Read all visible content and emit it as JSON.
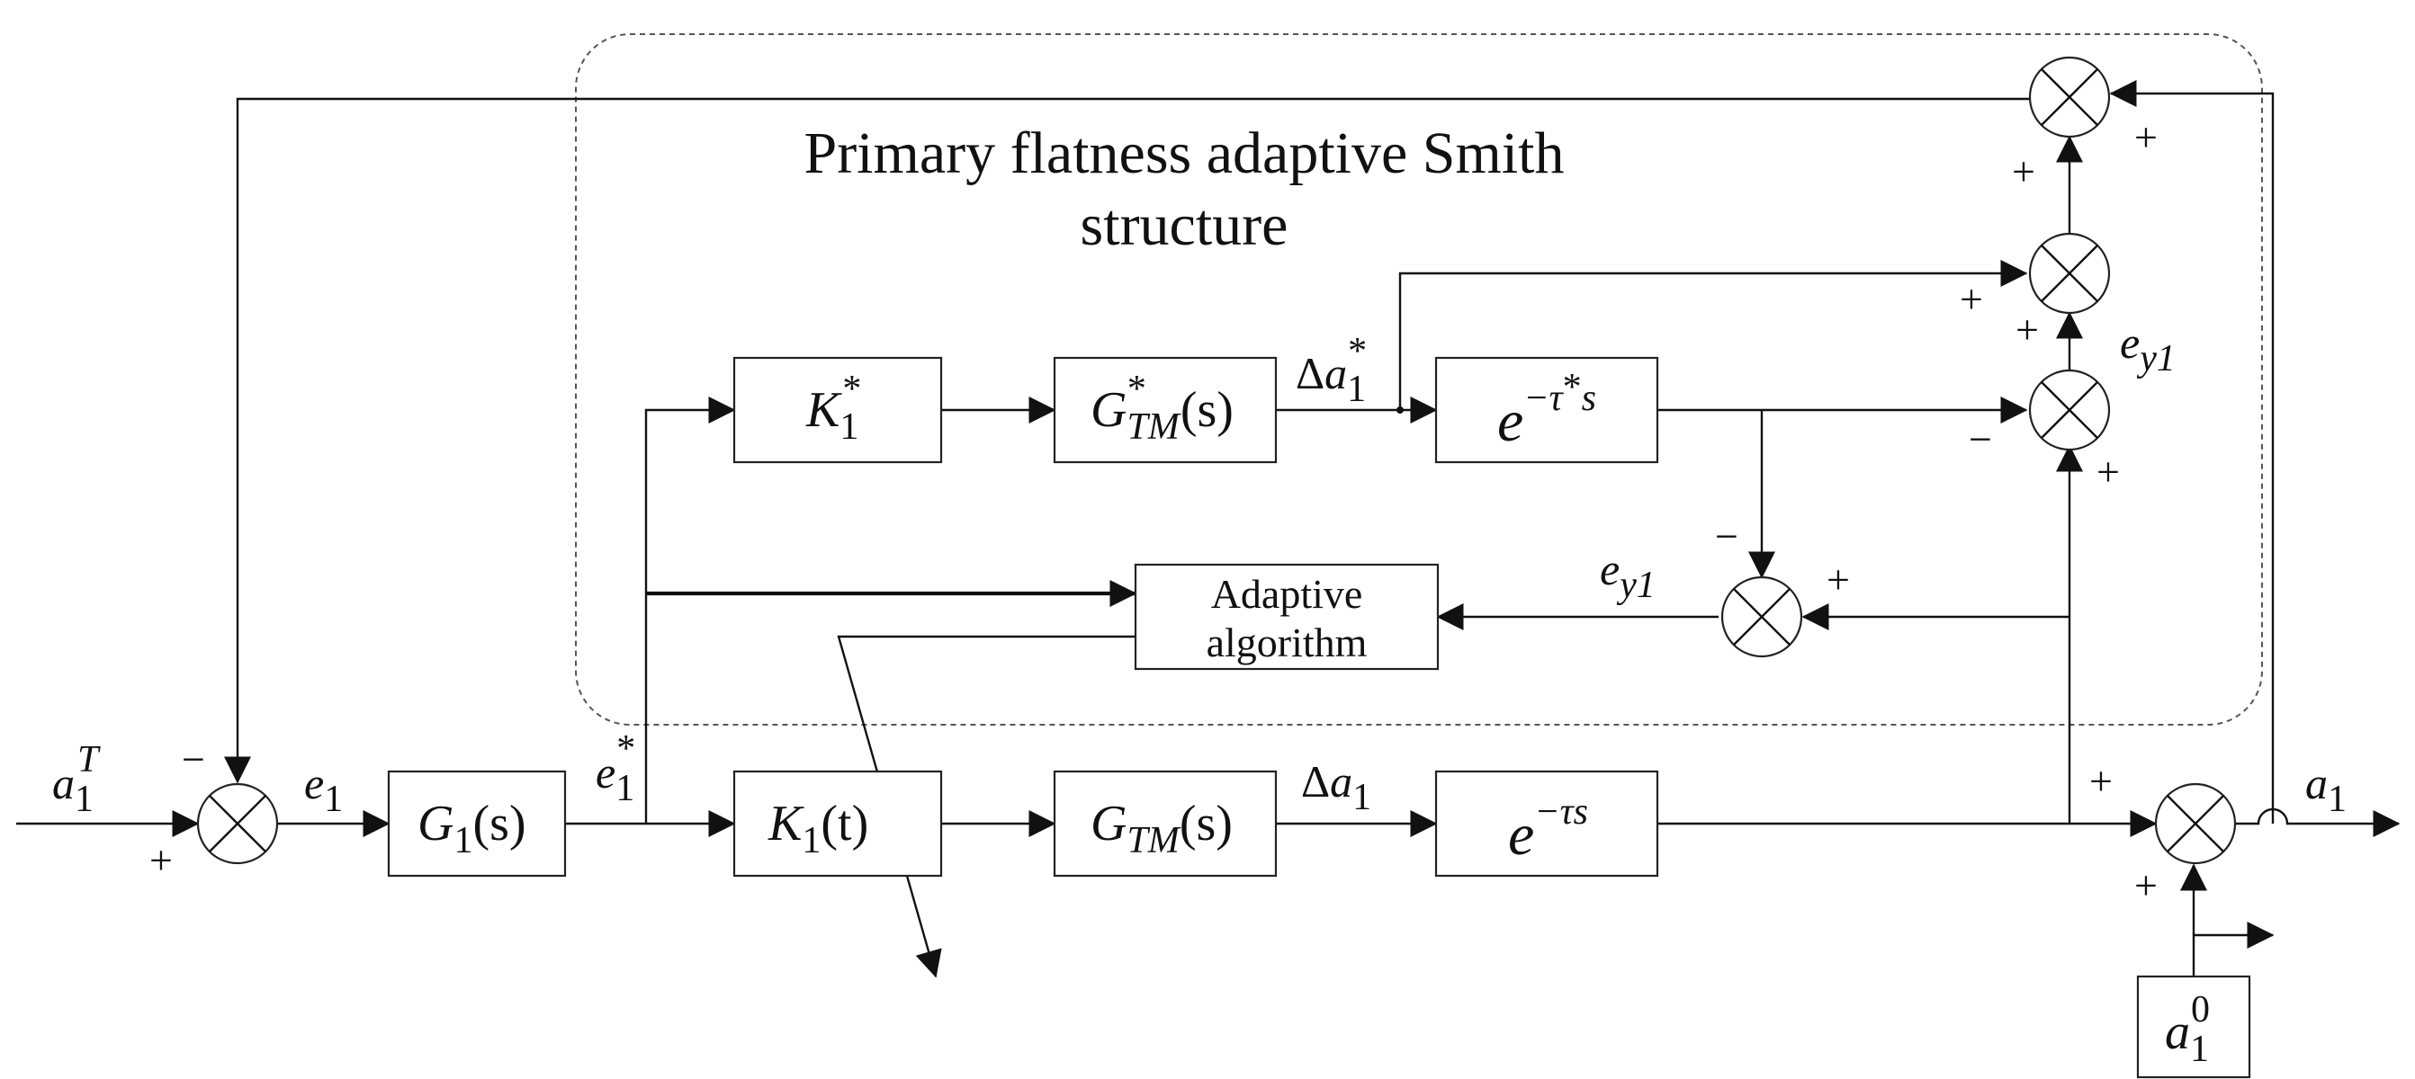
{
  "smith_title": {
    "line1": "Primary flatness adaptive Smith",
    "line2": "structure"
  },
  "blocks": {
    "K1_star": {
      "base": "K",
      "sub": "1",
      "sup": "*"
    },
    "GTM_star": {
      "base": "G",
      "sub": "TM",
      "sup": "*",
      "arg": "(s)"
    },
    "delay_star": {
      "base": "e",
      "exp_minus": "−τ",
      "exp_star": "*",
      "exp_s": "s"
    },
    "adaptive": {
      "line1": "Adaptive",
      "line2": "algorithm"
    },
    "G1": {
      "base": "G",
      "sub": "1",
      "arg": "(s)"
    },
    "K1t": {
      "base": "K",
      "sub": "1",
      "arg": "(t)"
    },
    "GTM": {
      "base": "G",
      "sub": "TM",
      "arg": "(s)"
    },
    "delay": {
      "base": "e",
      "exp": "−τs"
    },
    "a10": {
      "base": "a",
      "sub": "1",
      "sup": "0"
    }
  },
  "signals": {
    "a1T": {
      "base": "a",
      "sub": "1",
      "sup": "T"
    },
    "e1": {
      "base": "e",
      "sub": "1"
    },
    "e1_star": {
      "base": "e",
      "sub": "1",
      "sup": "*"
    },
    "delta_a1_star": {
      "delta": "Δ",
      "base": "a",
      "sub": "1",
      "sup": "*"
    },
    "delta_a1": {
      "delta": "Δ",
      "base": "a",
      "sub": "1"
    },
    "ey1_top": {
      "base": "e",
      "sub": "y1"
    },
    "ey1_mid": {
      "base": "e",
      "sub": "y1"
    },
    "a1_out": {
      "base": "a",
      "sub": "1"
    }
  },
  "signs": {
    "plus": "+",
    "minus": "−"
  }
}
